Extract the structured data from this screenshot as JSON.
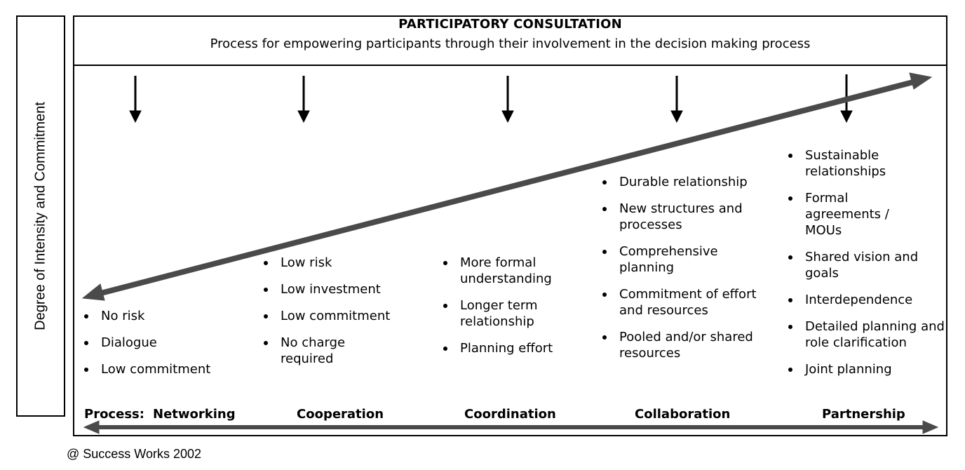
{
  "axis_label": "Degree of Intensity and Commitment",
  "header": {
    "title": "PARTICIPATORY CONSULTATION",
    "subtitle": "Process for empowering participants through their involvement in the decision making process"
  },
  "process_prefix": "Process:",
  "stages": [
    {
      "name": "Networking",
      "items": [
        "No risk",
        "Dialogue",
        "Low commitment"
      ]
    },
    {
      "name": "Cooperation",
      "items": [
        "Low risk",
        "Low investment",
        "Low commitment",
        "No charge required"
      ]
    },
    {
      "name": "Coordination",
      "items": [
        "More formal understanding",
        "Longer term relationship",
        "Planning effort"
      ]
    },
    {
      "name": "Collaboration",
      "items": [
        "Durable relationship",
        "New structures and processes",
        "Comprehensive planning",
        "Commitment of effort and resources",
        "Pooled and/or shared resources"
      ]
    },
    {
      "name": "Partnership",
      "items": [
        "Sustainable relationships",
        "Formal agreements / MOUs",
        "Shared vision and goals",
        "Interdependence",
        "Detailed planning and role clarification",
        "Joint planning"
      ]
    }
  ],
  "footer": "@ Success Works 2002",
  "colors": {
    "arrow_gray": "#4a4a4a",
    "line": "#000000"
  }
}
